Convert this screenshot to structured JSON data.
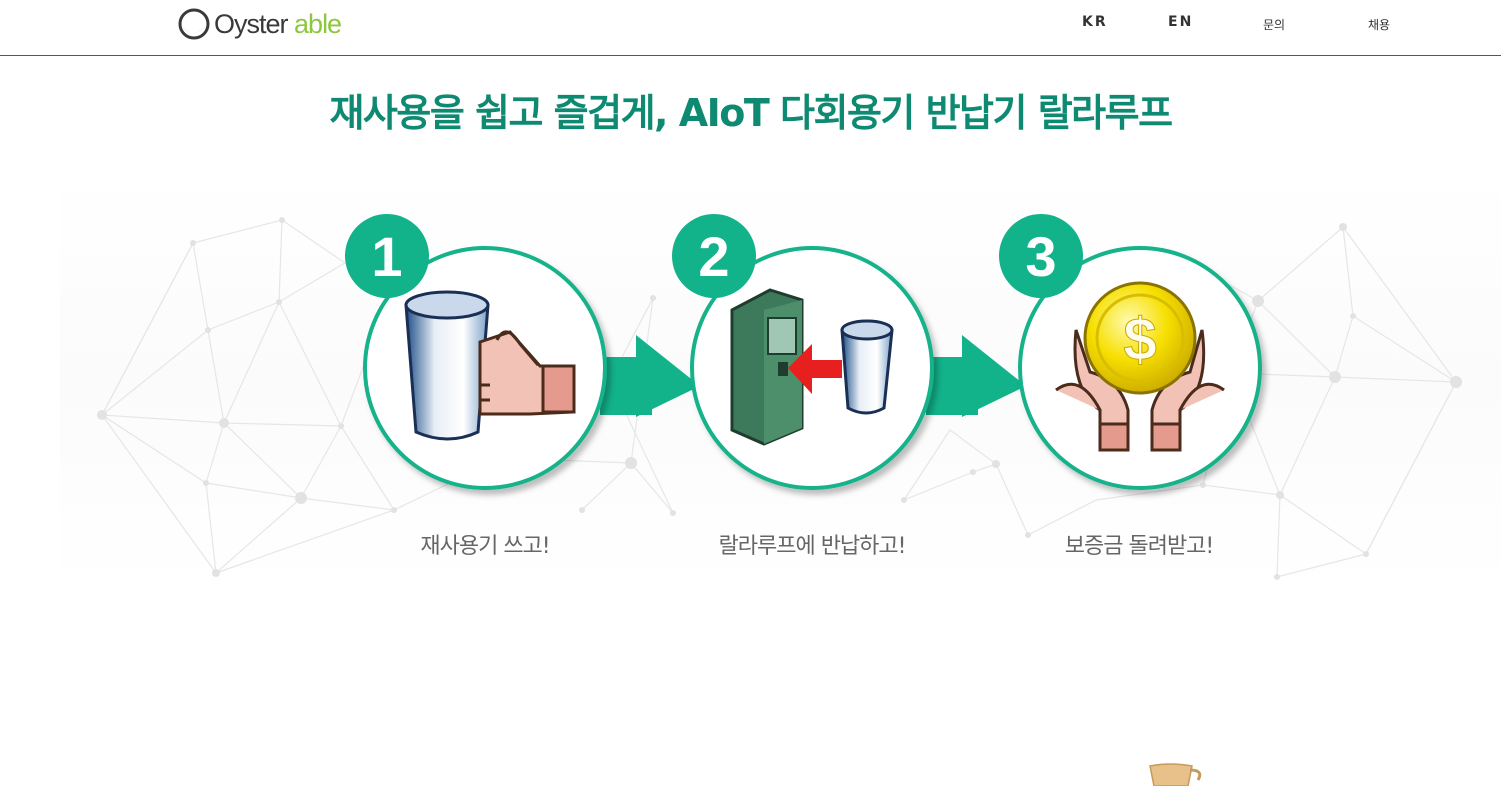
{
  "brand": {
    "name_part1": "Oyster",
    "name_part2": "able",
    "colors": {
      "dark": "#3a3a3a",
      "green": "#8dc63f"
    }
  },
  "nav": {
    "kr": "KR",
    "en": "EN",
    "inquiry": "문의",
    "careers": "채용"
  },
  "hero": {
    "headline": "재사용을 쉽고 즐겁게, AIoT 다회용기 반납기 랄라루프",
    "accent_color": "#0f8a72"
  },
  "steps": [
    {
      "number": "1",
      "caption": "재사용기 쓰고!",
      "icon": "reusable-cup-in-hand-icon"
    },
    {
      "number": "2",
      "caption": "랄라루프에 반납하고!",
      "icon": "return-kiosk-icon"
    },
    {
      "number": "3",
      "caption": "보증금 돌려받고!",
      "icon": "coin-in-hands-icon"
    }
  ],
  "step_color": "#12b28a"
}
